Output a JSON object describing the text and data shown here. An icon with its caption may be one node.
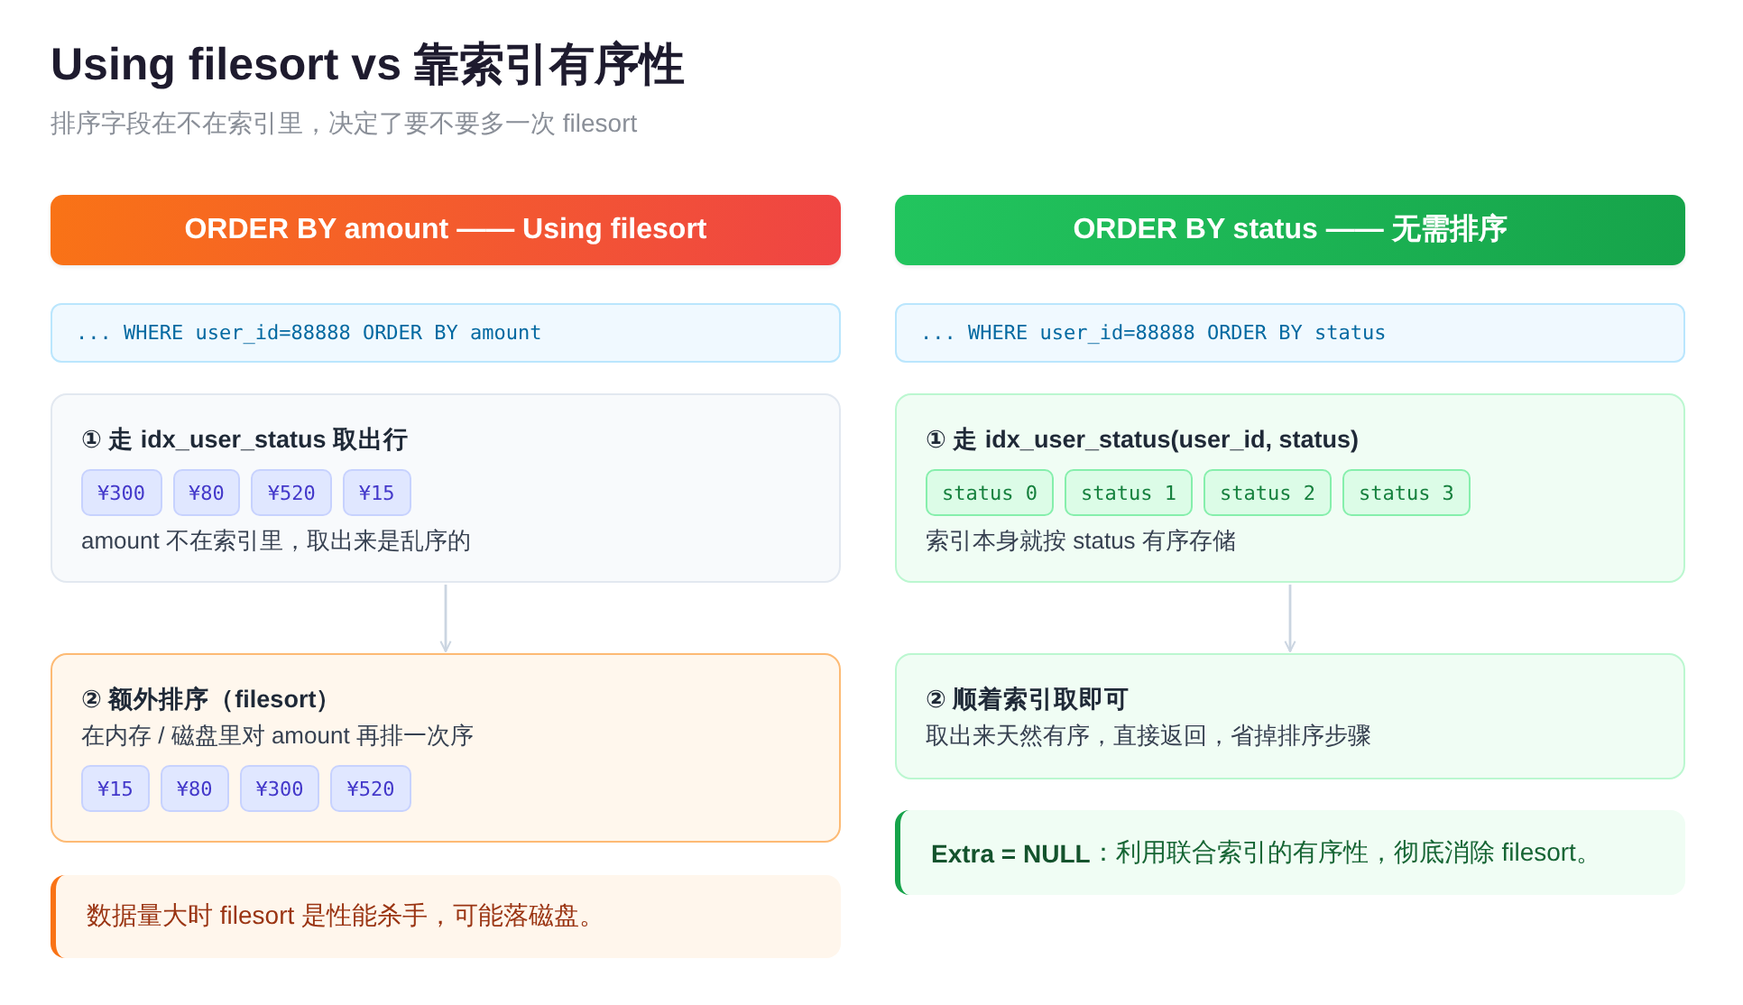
{
  "diagram": {
    "title": "Using filesort vs 靠索引有序性",
    "nodes": [
      {
        "text": [
          "ORDER BY amount —— Using filesort"
        ]
      },
      {
        "text": [
          "... WHERE user_id=88888 ORDER BY amount"
        ]
      },
      {
        "text": [
          "① 走 idx_user_status 取出行",
          "amount 不在索引里，取出来是乱序的"
        ]
      },
      {
        "text": [
          "¥300"
        ],
        "in": 2
      },
      {
        "text": [
          "¥80"
        ],
        "in": 2
      },
      {
        "text": [
          "¥520"
        ],
        "in": 2
      },
      {
        "text": [
          "¥15"
        ],
        "in": 2
      },
      {
        "text": [
          "② 额外排序（filesort）",
          "在内存 / 磁盘里对 amount 再排一次序"
        ]
      },
      {
        "text": [
          "¥15"
        ],
        "in": 7
      },
      {
        "text": [
          "¥80"
        ],
        "in": 7
      },
      {
        "text": [
          "¥300"
        ],
        "in": 7
      },
      {
        "text": [
          "¥520"
        ],
        "in": 7
      },
      {
        "text": [
          "数据量大时 filesort 是性能杀手，可能落磁盘。"
        ]
      },
      {
        "text": [
          "ORDER BY status —— 无需排序"
        ]
      },
      {
        "text": [
          "... WHERE user_id=88888 ORDER BY status"
        ]
      },
      {
        "text": [
          "① 走 idx_user_status(user_id, status)",
          "索引本身就按 status 有序存储"
        ]
      },
      {
        "text": [
          "status 0"
        ],
        "in": 15
      },
      {
        "text": [
          "status 1"
        ],
        "in": 15
      },
      {
        "text": [
          "status 2"
        ],
        "in": 15
      },
      {
        "text": [
          "status 3"
        ],
        "in": 15
      },
      {
        "text": [
          "② 顺着索引取即可",
          "取出来天然有序，直接返回，省掉排序步骤"
        ]
      },
      {
        "text": [
          "**Extra = NULL**：利用联合索引的有序性，彻底消除 filesort。"
        ]
      }
    ],
    "edges": [
      {
        "from": 2,
        "to": 7,
        "arrow": "to"
      },
      {
        "from": 15,
        "to": 20,
        "arrow": "to"
      }
    ],
    "labels": [
      "排序字段在不在索引里，决定了要不要多一次 filesort"
    ]
  }
}
